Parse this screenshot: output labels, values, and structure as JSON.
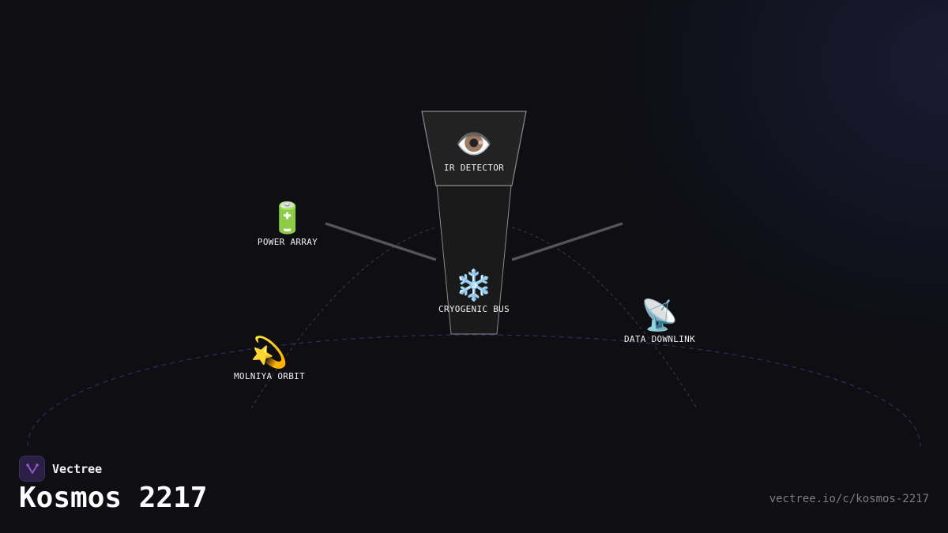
{
  "nodes": {
    "ir_detector": {
      "label": "IR DETECTOR",
      "icon": "eye-icon",
      "glyph": "👁️"
    },
    "power_array": {
      "label": "POWER ARRAY",
      "icon": "battery-icon",
      "glyph": "🔋"
    },
    "cryogenic_bus": {
      "label": "CRYOGENIC BUS",
      "icon": "snowflake-icon",
      "glyph": "❄️"
    },
    "data_downlink": {
      "label": "DATA DOWNLINK",
      "icon": "satellite-antenna-icon",
      "glyph": "📡"
    },
    "molniya_orbit": {
      "label": "MOLNIYA ORBIT",
      "icon": "dizzy-star-icon",
      "glyph": "💫"
    }
  },
  "footer": {
    "brand_name": "Vectree",
    "title": "Kosmos 2217",
    "url": "vectree.io/c/kosmos-2217"
  },
  "colors": {
    "background": "#0e0e13",
    "orbit_line": "#2c2c5a",
    "arc_line": "#3c3c48",
    "body_fill": "#1a1a1a",
    "body_stroke": "#8a8a8a",
    "panel_arm": "#555555",
    "brand_accent": "#9b59d0"
  }
}
